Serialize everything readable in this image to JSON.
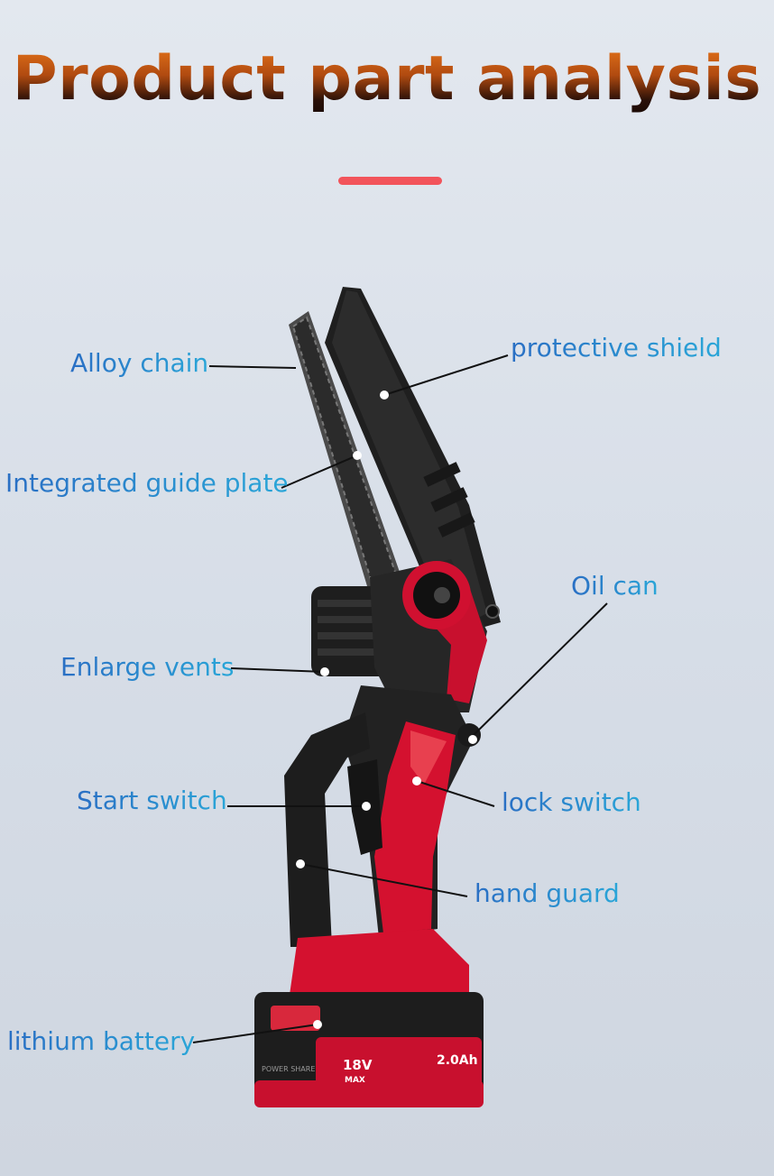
{
  "title": "Product part analysis",
  "accent_color": "#f2545b",
  "title_color": "#c0560f",
  "label_color": "#2a8fd0",
  "parts": {
    "alloy_chain": "Alloy chain",
    "protective_shield": "protective shield",
    "guide_plate": "Integrated guide plate",
    "oil_can": "Oil can",
    "vents": "Enlarge vents",
    "start_switch": "Start switch",
    "lock_switch": "lock switch",
    "hand_guard": "hand guard",
    "battery": "lithium battery"
  },
  "battery": {
    "voltage": "18V",
    "max": "MAX",
    "capacity": "2.0Ah",
    "brand": "POWER SHARE"
  }
}
